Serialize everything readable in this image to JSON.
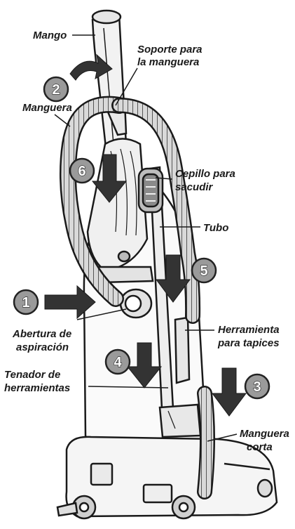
{
  "labels": {
    "mango": "Mango",
    "soporte_1": "Soporte para",
    "soporte_2": "la manguera",
    "manguera": "Manguera",
    "cepillo_1": "Cepillo para",
    "cepillo_2": "sacudir",
    "tubo": "Tubo",
    "abertura_1": "Abertura de",
    "abertura_2": "aspiración",
    "herramienta_1": "Herramienta",
    "herramienta_2": "para tapices",
    "tenador_1": "Tenador de",
    "tenador_2": "herramientas",
    "manguera_corta_1": "Manguera",
    "manguera_corta_2": "corta"
  },
  "steps": [
    "1",
    "2",
    "3",
    "4",
    "5",
    "6"
  ],
  "colors": {
    "line": "#1a1a1a",
    "arrow": "#333333",
    "badge": "#9a9a9a",
    "bg": "#ffffff"
  }
}
